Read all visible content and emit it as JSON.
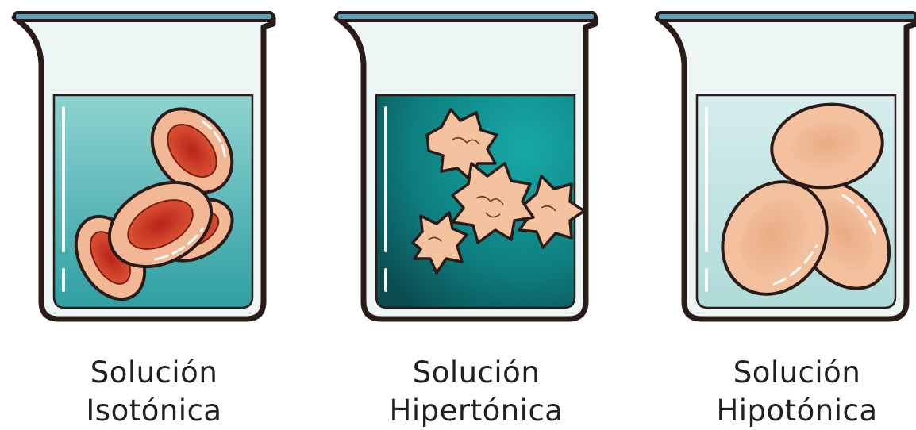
{
  "beakers": [
    {
      "id": "isotonic",
      "line1": "Solución",
      "line2": "Isotónica",
      "liquid_top": "#8fd3d0",
      "liquid_bottom": "#2f9fa2",
      "cell_state": "normal"
    },
    {
      "id": "hypertonic",
      "line1": "Solución",
      "line2": "Hipertónica",
      "liquid_top": "#17a9a6",
      "liquid_bottom": "#0b4a4e",
      "cell_state": "crenated"
    },
    {
      "id": "hypotonic",
      "line1": "Solución",
      "line2": "Hipotónica",
      "liquid_top": "#d6ecec",
      "liquid_bottom": "#aedbd9",
      "cell_state": "swollen"
    }
  ],
  "colors": {
    "outline": "#2b1b18",
    "glass": "#eef6f5",
    "rim": "#5f9fb8",
    "cell_rim": "#f2b896",
    "cell_center": "#d2422b",
    "crenated": "#f3c39f"
  }
}
